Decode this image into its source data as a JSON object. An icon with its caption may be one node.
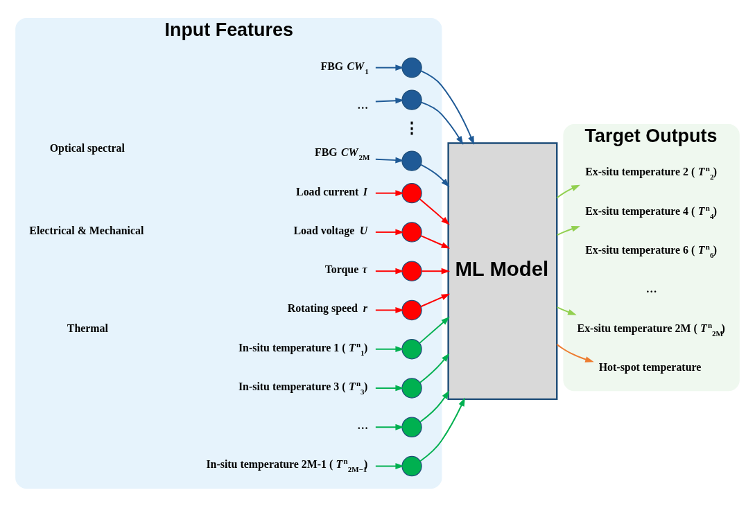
{
  "diagram": {
    "nodes": [
      {
        "text": [
          "Input Features"
        ]
      },
      {
        "text": [],
        "shape": "circle",
        "in": 0,
        "beside": [
          "FBG *CW*$_{1}$"
        ]
      },
      {
        "text": [],
        "shape": "circle",
        "in": 0,
        "beside": [
          "…"
        ]
      },
      {
        "text": [],
        "shape": "circle",
        "in": 0,
        "beside": [
          "FBG *CW*$_{2M}$"
        ]
      },
      {
        "text": [],
        "shape": "circle",
        "in": 0,
        "beside": [
          "Load current *I*"
        ]
      },
      {
        "text": [],
        "shape": "circle",
        "in": 0,
        "beside": [
          "Load voltage *U*"
        ]
      },
      {
        "text": [],
        "shape": "circle",
        "in": 0,
        "beside": [
          "Torque *τ*"
        ]
      },
      {
        "text": [],
        "shape": "circle",
        "in": 0,
        "beside": [
          "Rotating speed *r*"
        ]
      },
      {
        "text": [],
        "shape": "circle",
        "in": 0,
        "beside": [
          "In-situ temperature 1 (*T*$^{n}$$_{1}$)"
        ]
      },
      {
        "text": [],
        "shape": "circle",
        "in": 0,
        "beside": [
          "In-situ temperature 3 (*T*$^{n}$$_{3}$)"
        ]
      },
      {
        "text": [],
        "shape": "circle",
        "in": 0,
        "beside": [
          "…"
        ]
      },
      {
        "text": [],
        "shape": "circle",
        "in": 0,
        "beside": [
          "In-situ temperature 2M-1 (*T*$^{n}$$_{2M−1}$)"
        ]
      },
      {
        "text": [
          "ML Model"
        ]
      },
      {
        "text": [
          "Target Outputs"
        ]
      },
      {
        "text": [
          "Ex-situ temperature 2 (*T*$^{n}$$_{2}$)"
        ],
        "in": 13
      },
      {
        "text": [
          "Ex-situ temperature 4 (*T*$^{n}$$_{4}$)"
        ],
        "in": 13
      },
      {
        "text": [
          "Ex-situ temperature 2M (*T*$^{n}$$_{2M}$)"
        ],
        "in": 13
      },
      {
        "text": [
          "Hot-spot temperature"
        ],
        "in": 13
      }
    ],
    "edges": [
      {
        "from": null,
        "to": 1,
        "arrow": "to",
        "color": "#1f5a96"
      },
      {
        "from": null,
        "to": 2,
        "arrow": "to",
        "color": "#1f5a96"
      },
      {
        "from": null,
        "to": 3,
        "arrow": "to",
        "color": "#1f5a96"
      },
      {
        "from": null,
        "to": 4,
        "arrow": "to",
        "color": "#ff0000"
      },
      {
        "from": null,
        "to": 5,
        "arrow": "to",
        "color": "#ff0000"
      },
      {
        "from": null,
        "to": 6,
        "arrow": "to",
        "color": "#ff0000"
      },
      {
        "from": null,
        "to": 7,
        "arrow": "to",
        "color": "#ff0000"
      },
      {
        "from": null,
        "to": 8,
        "arrow": "to",
        "color": "#00b050"
      },
      {
        "from": null,
        "to": 9,
        "arrow": "to",
        "color": "#00b050"
      },
      {
        "from": null,
        "to": 10,
        "arrow": "to",
        "color": "#00b050"
      },
      {
        "from": null,
        "to": 11,
        "arrow": "to",
        "color": "#00b050"
      },
      {
        "from": 1,
        "to": 12,
        "arrow": "to",
        "color": "#1f5a96"
      },
      {
        "from": 2,
        "to": 12,
        "arrow": "to",
        "color": "#1f5a96"
      },
      {
        "from": 3,
        "to": 12,
        "arrow": "to",
        "color": "#1f5a96"
      },
      {
        "from": 4,
        "to": 12,
        "arrow": "to",
        "color": "#ff0000"
      },
      {
        "from": 5,
        "to": 12,
        "arrow": "to",
        "color": "#ff0000"
      },
      {
        "from": 6,
        "to": 12,
        "arrow": "to",
        "color": "#ff0000"
      },
      {
        "from": 7,
        "to": 12,
        "arrow": "to",
        "color": "#ff0000"
      },
      {
        "from": 8,
        "to": 12,
        "arrow": "to",
        "color": "#00b050"
      },
      {
        "from": 9,
        "to": 12,
        "arrow": "to",
        "color": "#00b050"
      },
      {
        "from": 10,
        "to": 12,
        "arrow": "to",
        "color": "#00b050"
      },
      {
        "from": 11,
        "to": 12,
        "arrow": "to",
        "color": "#00b050"
      },
      {
        "from": 12,
        "to": 14,
        "arrow": "to",
        "color": "#92d050"
      },
      {
        "from": 12,
        "to": 15,
        "arrow": "to",
        "color": "#92d050"
      },
      {
        "from": 12,
        "to": 16,
        "arrow": "to",
        "color": "#92d050"
      },
      {
        "from": 12,
        "to": 17,
        "arrow": "to",
        "color": "#ed7d31"
      }
    ],
    "labels": [
      "Optical spectral",
      "⋮",
      "Electrical & Mechanical",
      "Thermal",
      "Ex-situ temperature 6 (*T*$^{n}$$_{6}$)",
      "…"
    ]
  }
}
